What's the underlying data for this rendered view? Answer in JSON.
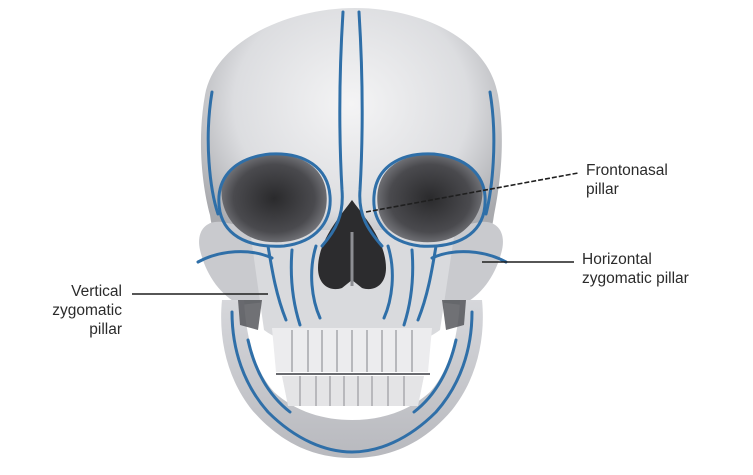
{
  "labels": {
    "frontonasal": {
      "line1": "Frontonasal",
      "line2": "pillar"
    },
    "horizontal_zygomatic": {
      "line1": "Horizontal",
      "line2": "zygomatic pillar"
    },
    "vertical_zygomatic": {
      "line1": "Vertical",
      "line2": "zygomatic",
      "line3": "pillar"
    }
  },
  "colors": {
    "pillar_line": "#2f6fa8",
    "bone": "#dcdde0",
    "bone_shadow": "#9a9ba0",
    "label_text": "#2b2b2b",
    "leader_line": "#1f1f1f"
  }
}
